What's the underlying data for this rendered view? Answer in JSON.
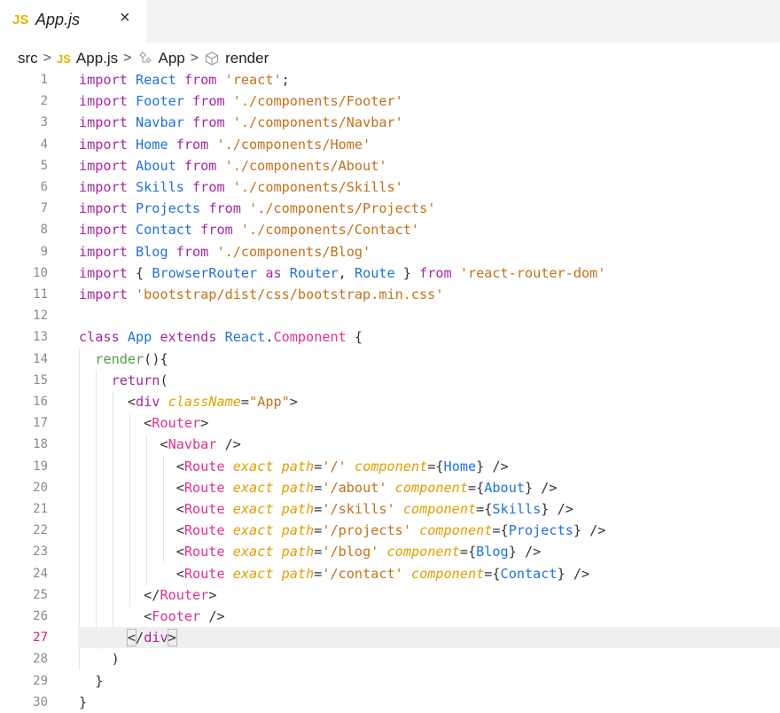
{
  "tab": {
    "lang_badge": "JS",
    "title": "App.js",
    "close_glyph": "×"
  },
  "breadcrumb": {
    "items": [
      {
        "label": "src",
        "icon": ""
      },
      {
        "label": "App.js",
        "icon": "js-file-icon",
        "badge": "JS"
      },
      {
        "label": "App",
        "icon": "class-icon"
      },
      {
        "label": "render",
        "icon": "method-cube-icon"
      }
    ],
    "separator": ">"
  },
  "editor": {
    "current_line": 27,
    "lines": [
      [
        [
          "kw",
          "import "
        ],
        [
          "id",
          "React"
        ],
        [
          "kw",
          " from "
        ],
        [
          "str",
          "'react'"
        ],
        [
          "pl",
          ";"
        ]
      ],
      [
        [
          "kw",
          "import "
        ],
        [
          "id",
          "Footer"
        ],
        [
          "kw",
          " from "
        ],
        [
          "str",
          "'./components/Footer'"
        ]
      ],
      [
        [
          "kw",
          "import "
        ],
        [
          "id",
          "Navbar"
        ],
        [
          "kw",
          " from "
        ],
        [
          "str",
          "'./components/Navbar'"
        ]
      ],
      [
        [
          "kw",
          "import "
        ],
        [
          "id",
          "Home"
        ],
        [
          "kw",
          " from "
        ],
        [
          "str",
          "'./components/Home'"
        ]
      ],
      [
        [
          "kw",
          "import "
        ],
        [
          "id",
          "About"
        ],
        [
          "kw",
          " from "
        ],
        [
          "str",
          "'./components/About'"
        ]
      ],
      [
        [
          "kw",
          "import "
        ],
        [
          "id",
          "Skills"
        ],
        [
          "kw",
          " from "
        ],
        [
          "str",
          "'./components/Skills'"
        ]
      ],
      [
        [
          "kw",
          "import "
        ],
        [
          "id",
          "Projects"
        ],
        [
          "kw",
          " from "
        ],
        [
          "str",
          "'./components/Projects'"
        ]
      ],
      [
        [
          "kw",
          "import "
        ],
        [
          "id",
          "Contact"
        ],
        [
          "kw",
          " from "
        ],
        [
          "str",
          "'./components/Contact'"
        ]
      ],
      [
        [
          "kw",
          "import "
        ],
        [
          "id",
          "Blog"
        ],
        [
          "kw",
          " from "
        ],
        [
          "str",
          "'./components/Blog'"
        ]
      ],
      [
        [
          "kw",
          "import "
        ],
        [
          "pl",
          "{ "
        ],
        [
          "id",
          "BrowserRouter"
        ],
        [
          "kw",
          " as "
        ],
        [
          "id",
          "Router"
        ],
        [
          "pl",
          ", "
        ],
        [
          "id",
          "Route"
        ],
        [
          "pl",
          " } "
        ],
        [
          "kw",
          "from "
        ],
        [
          "str",
          "'react-router-dom'"
        ]
      ],
      [
        [
          "kw",
          "import "
        ],
        [
          "str",
          "'bootstrap/dist/css/bootstrap.min.css'"
        ]
      ],
      [],
      [
        [
          "kw",
          "class "
        ],
        [
          "id",
          "App"
        ],
        [
          "kw",
          " extends "
        ],
        [
          "id",
          "React"
        ],
        [
          "pl",
          "."
        ],
        [
          "tag",
          "Component"
        ],
        [
          "pl",
          " {"
        ]
      ],
      [
        [
          "pl",
          "  "
        ],
        [
          "fn",
          "render"
        ],
        [
          "pl",
          "(){"
        ]
      ],
      [
        [
          "pl",
          "    "
        ],
        [
          "kw",
          "return"
        ],
        [
          "pl",
          "("
        ]
      ],
      [
        [
          "pl",
          "      <"
        ],
        [
          "kw",
          "div"
        ],
        [
          "pl",
          " "
        ],
        [
          "attr",
          "className"
        ],
        [
          "pl",
          "="
        ],
        [
          "str",
          "\"App\""
        ],
        [
          "pl",
          ">"
        ]
      ],
      [
        [
          "pl",
          "        <"
        ],
        [
          "tag",
          "Router"
        ],
        [
          "pl",
          ">"
        ]
      ],
      [
        [
          "pl",
          "          <"
        ],
        [
          "tag",
          "Navbar"
        ],
        [
          "pl",
          " />"
        ]
      ],
      [
        [
          "pl",
          "            <"
        ],
        [
          "tag",
          "Route"
        ],
        [
          "pl",
          " "
        ],
        [
          "attr",
          "exact"
        ],
        [
          "pl",
          " "
        ],
        [
          "attr",
          "path"
        ],
        [
          "pl",
          "="
        ],
        [
          "str",
          "'/'"
        ],
        [
          "pl",
          " "
        ],
        [
          "attr",
          "component"
        ],
        [
          "pl",
          "={"
        ],
        [
          "id",
          "Home"
        ],
        [
          "pl",
          "} />"
        ]
      ],
      [
        [
          "pl",
          "            <"
        ],
        [
          "tag",
          "Route"
        ],
        [
          "pl",
          " "
        ],
        [
          "attr",
          "exact"
        ],
        [
          "pl",
          " "
        ],
        [
          "attr",
          "path"
        ],
        [
          "pl",
          "="
        ],
        [
          "str",
          "'/about'"
        ],
        [
          "pl",
          " "
        ],
        [
          "attr",
          "component"
        ],
        [
          "pl",
          "={"
        ],
        [
          "id",
          "About"
        ],
        [
          "pl",
          "} />"
        ]
      ],
      [
        [
          "pl",
          "            <"
        ],
        [
          "tag",
          "Route"
        ],
        [
          "pl",
          " "
        ],
        [
          "attr",
          "exact"
        ],
        [
          "pl",
          " "
        ],
        [
          "attr",
          "path"
        ],
        [
          "pl",
          "="
        ],
        [
          "str",
          "'/skills'"
        ],
        [
          "pl",
          " "
        ],
        [
          "attr",
          "component"
        ],
        [
          "pl",
          "={"
        ],
        [
          "id",
          "Skills"
        ],
        [
          "pl",
          "} />"
        ]
      ],
      [
        [
          "pl",
          "            <"
        ],
        [
          "tag",
          "Route"
        ],
        [
          "pl",
          " "
        ],
        [
          "attr",
          "exact"
        ],
        [
          "pl",
          " "
        ],
        [
          "attr",
          "path"
        ],
        [
          "pl",
          "="
        ],
        [
          "str",
          "'/projects'"
        ],
        [
          "pl",
          " "
        ],
        [
          "attr",
          "component"
        ],
        [
          "pl",
          "={"
        ],
        [
          "id",
          "Projects"
        ],
        [
          "pl",
          "} />"
        ]
      ],
      [
        [
          "pl",
          "            <"
        ],
        [
          "tag",
          "Route"
        ],
        [
          "pl",
          " "
        ],
        [
          "attr",
          "exact"
        ],
        [
          "pl",
          " "
        ],
        [
          "attr",
          "path"
        ],
        [
          "pl",
          "="
        ],
        [
          "str",
          "'/blog'"
        ],
        [
          "pl",
          " "
        ],
        [
          "attr",
          "component"
        ],
        [
          "pl",
          "={"
        ],
        [
          "id",
          "Blog"
        ],
        [
          "pl",
          "} />"
        ]
      ],
      [
        [
          "pl",
          "            <"
        ],
        [
          "tag",
          "Route"
        ],
        [
          "pl",
          " "
        ],
        [
          "attr",
          "exact"
        ],
        [
          "pl",
          " "
        ],
        [
          "attr",
          "path"
        ],
        [
          "pl",
          "="
        ],
        [
          "str",
          "'/contact'"
        ],
        [
          "pl",
          " "
        ],
        [
          "attr",
          "component"
        ],
        [
          "pl",
          "={"
        ],
        [
          "id",
          "Contact"
        ],
        [
          "pl",
          "} />"
        ]
      ],
      [
        [
          "pl",
          "        </"
        ],
        [
          "tag",
          "Router"
        ],
        [
          "pl",
          ">"
        ]
      ],
      [
        [
          "pl",
          "        <"
        ],
        [
          "tag",
          "Footer"
        ],
        [
          "pl",
          " />"
        ]
      ],
      [
        [
          "pl",
          "      "
        ],
        [
          "brk",
          "<"
        ],
        [
          "pl",
          "/"
        ],
        [
          "kw",
          "div"
        ],
        [
          "brk",
          ">"
        ]
      ],
      [
        [
          "pl",
          "    )"
        ]
      ],
      [
        [
          "pl",
          "  }"
        ]
      ],
      [
        [
          "pl",
          "}"
        ]
      ]
    ]
  }
}
